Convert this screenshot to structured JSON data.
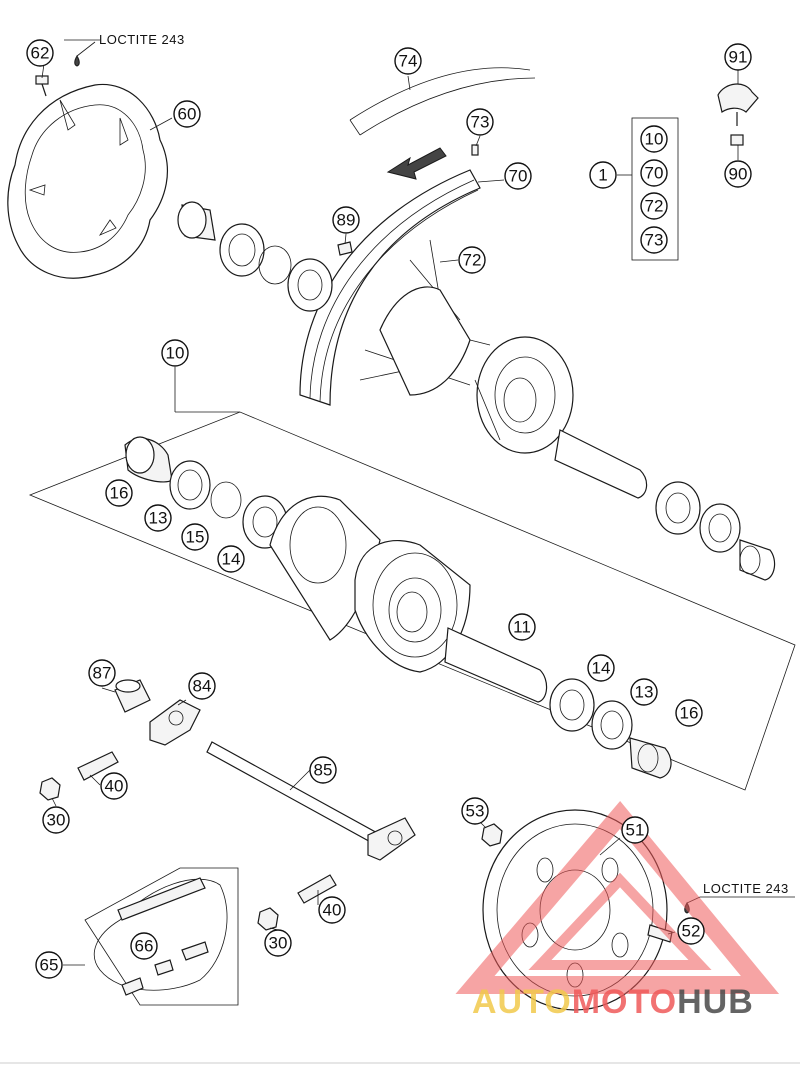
{
  "notes": {
    "top": "LOCTITE 243",
    "sprocket": "LOCTITE 243"
  },
  "callouts": [
    {
      "id": "c62a",
      "label": "62"
    },
    {
      "id": "c60",
      "label": "60"
    },
    {
      "id": "c74",
      "label": "74"
    },
    {
      "id": "c73a",
      "label": "73"
    },
    {
      "id": "c70a",
      "label": "70"
    },
    {
      "id": "c89",
      "label": "89"
    },
    {
      "id": "c72a",
      "label": "72"
    },
    {
      "id": "c91",
      "label": "91"
    },
    {
      "id": "c90",
      "label": "90"
    },
    {
      "id": "c1",
      "label": "1"
    },
    {
      "id": "k10",
      "label": "10"
    },
    {
      "id": "k70",
      "label": "70"
    },
    {
      "id": "k72",
      "label": "72"
    },
    {
      "id": "k73",
      "label": "73"
    },
    {
      "id": "c10",
      "label": "10"
    },
    {
      "id": "c16a",
      "label": "16"
    },
    {
      "id": "c13a",
      "label": "13"
    },
    {
      "id": "c15",
      "label": "15"
    },
    {
      "id": "c14a",
      "label": "14"
    },
    {
      "id": "c11",
      "label": "11"
    },
    {
      "id": "c14b",
      "label": "14"
    },
    {
      "id": "c13b",
      "label": "13"
    },
    {
      "id": "c16b",
      "label": "16"
    },
    {
      "id": "c87",
      "label": "87"
    },
    {
      "id": "c84",
      "label": "84"
    },
    {
      "id": "c85",
      "label": "85"
    },
    {
      "id": "c40a",
      "label": "40"
    },
    {
      "id": "c30a",
      "label": "30"
    },
    {
      "id": "c53",
      "label": "53"
    },
    {
      "id": "c51",
      "label": "51"
    },
    {
      "id": "c52",
      "label": "52"
    },
    {
      "id": "c40b",
      "label": "40"
    },
    {
      "id": "c30b",
      "label": "30"
    },
    {
      "id": "c66",
      "label": "66"
    },
    {
      "id": "c65",
      "label": "65"
    }
  ],
  "watermark": {
    "part1": "AUTO",
    "part2": "MOTO",
    "part3": "HUB",
    "color1": "#f2c94c",
    "color2": "#ef5a5a",
    "color3": "#4a4a4a",
    "triangle_color": "#ef5a5a"
  }
}
